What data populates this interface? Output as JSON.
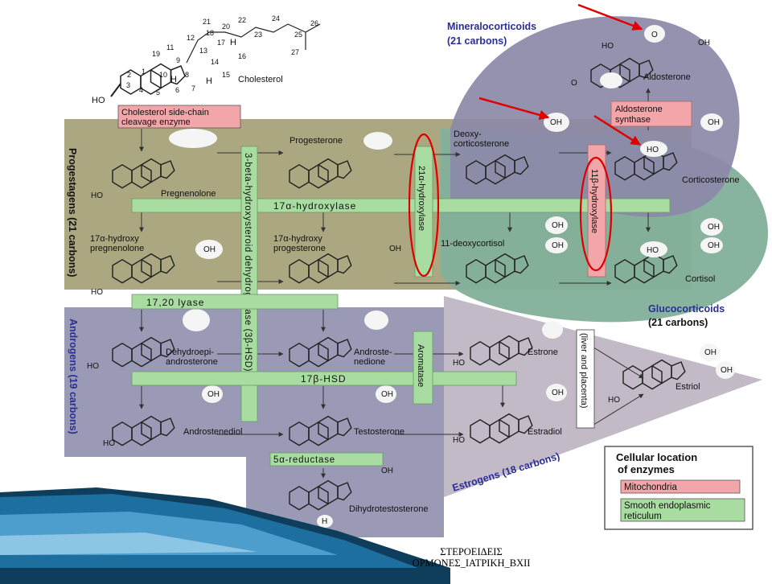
{
  "slide": {
    "footer_line1": "ΣΤΕΡΟΕΙΔΕΙΣ",
    "footer_line2": "ΟΡΜΟΝΕΣ_ΙΑΤΡΙΚΗ_BXII"
  },
  "diagram": {
    "cholesterol": {
      "label": "Cholesterol",
      "carbon_numbers": [
        "1",
        "2",
        "3",
        "4",
        "5",
        "6",
        "7",
        "8",
        "9",
        "10",
        "11",
        "12",
        "13",
        "14",
        "15",
        "16",
        "17",
        "18",
        "19",
        "20",
        "21",
        "22",
        "23",
        "24",
        "25",
        "26",
        "27"
      ],
      "ho": "HO",
      "h": "H"
    },
    "enzymes": {
      "side_chain_line1": "Cholesterol side-chain",
      "side_chain_line2": "cleavage enzyme",
      "hsd3b": "3-beta-hydroxysteroid dehydrogenase (3β-HSD)",
      "h17a": "17α-hydroxylase",
      "h21": "21α-hydroxylase",
      "h11b": "11β-hydroxylase",
      "aldo_line1": "Aldosterone",
      "aldo_line2": "synthase",
      "lyase": "17,20 lyase",
      "hsd17b": "17β-HSD",
      "aromatase": "Aromatase",
      "reductase": "5α-reductase",
      "liver": "(liver and placenta)"
    },
    "compounds": {
      "pregnenolone": "Pregnenolone",
      "progesterone": "Progesterone",
      "deoxycorticosterone_line1": "Deoxy-",
      "deoxycorticosterone_line2": "corticosterone",
      "corticosterone": "Corticosterone",
      "aldosterone": "Aldosterone",
      "oh17_preg_line1": "17α-hydroxy",
      "oh17_preg_line2": "pregnenolone",
      "oh17_prog_line1": "17α-hydroxy",
      "oh17_prog_line2": "progesterone",
      "deoxycortisol": "11-deoxycortisol",
      "cortisol": "Cortisol",
      "dhea_line1": "Dehydroepi-",
      "dhea_line2": "androsterone",
      "androstenedione_line1": "Androste-",
      "androstenedione_line2": "nedione",
      "estrone": "Estrone",
      "estriol": "Estriol",
      "androstenediol": "Androstenediol",
      "testosterone": "Testosterone",
      "estradiol": "Estradiol",
      "dht": "Dihydrotestosterone"
    },
    "groups": {
      "progestagens": "Progestagens (21 carbons)",
      "mineralo_line1": "Mineralocorticoids",
      "mineralo_line2": "(21 carbons)",
      "gluco_line1": "Glucocorticoids",
      "gluco_line2": "(21 carbons)",
      "androgens": "Androgens (19 carbons)",
      "estrogens": "Estrogens (18 carbons)"
    },
    "legend": {
      "title_line1": "Cellular location",
      "title_line2": "of enzymes",
      "mito": "Mitochondria",
      "ser_line1": "Smooth endoplasmic",
      "ser_line2": "reticulum"
    },
    "atoms": {
      "oh": "OH",
      "ho": "HO",
      "o": "O",
      "h": "H"
    },
    "colors": {
      "progestagen_bg": "#a6a37a",
      "androgen_bg": "#9b9ab6",
      "estrogen_bg": "#c3bac8",
      "mineralo_bg": "#8c89a8",
      "gluco_bg": "#82b09a",
      "mito_box": "#f2a6aa",
      "ser_box": "#a8dca0",
      "highlight_ring": "#dd0000",
      "group_title": "#2a2f96"
    }
  }
}
